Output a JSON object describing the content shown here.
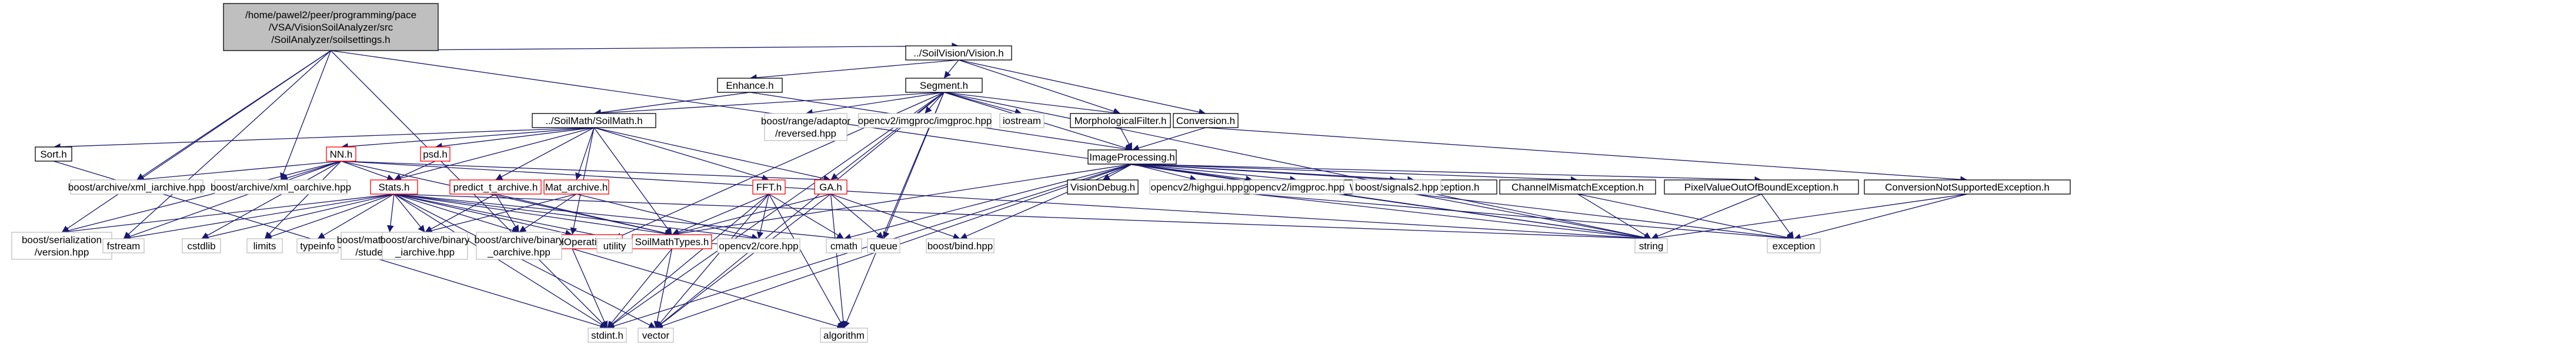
{
  "nodes": [
    {
      "id": "root",
      "lines": [
        "/home/pawel2/peer/programming/pace",
        "/VSA/VisionSoilAnalyzer/src",
        "/SoilAnalyzer/soilsettings.h"
      ],
      "style": "root"
    },
    {
      "id": "vision",
      "lines": [
        "../SoilVision/Vision.h"
      ],
      "style": "normal"
    },
    {
      "id": "enhance",
      "lines": [
        "Enhance.h"
      ],
      "style": "normal"
    },
    {
      "id": "segment",
      "lines": [
        "Segment.h"
      ],
      "style": "normal"
    },
    {
      "id": "soilmath",
      "lines": [
        "../SoilMath/SoilMath.h"
      ],
      "style": "normal"
    },
    {
      "id": "sort",
      "lines": [
        "Sort.h"
      ],
      "style": "normal"
    },
    {
      "id": "nn",
      "lines": [
        "NN.h"
      ],
      "style": "red"
    },
    {
      "id": "psd",
      "lines": [
        "psd.h"
      ],
      "style": "red"
    },
    {
      "id": "stats",
      "lines": [
        "Stats.h"
      ],
      "style": "red"
    },
    {
      "id": "predict",
      "lines": [
        "predict_t_archive.h"
      ],
      "style": "red"
    },
    {
      "id": "mat",
      "lines": [
        "Mat_archive.h"
      ],
      "style": "red"
    },
    {
      "id": "fft",
      "lines": [
        "FFT.h"
      ],
      "style": "red"
    },
    {
      "id": "ga",
      "lines": [
        "GA.h"
      ],
      "style": "red"
    },
    {
      "id": "common",
      "lines": [
        "CommonOperations.h"
      ],
      "style": "red"
    },
    {
      "id": "types",
      "lines": [
        "SoilMathTypes.h"
      ],
      "style": "red"
    },
    {
      "id": "morph",
      "lines": [
        "MorphologicalFilter.h"
      ],
      "style": "normal"
    },
    {
      "id": "conv",
      "lines": [
        "Conversion.h"
      ],
      "style": "normal"
    },
    {
      "id": "imgproc",
      "lines": [
        "ImageProcessing.h"
      ],
      "style": "normal"
    },
    {
      "id": "visdebug",
      "lines": [
        "VisionDebug.h"
      ],
      "style": "normal"
    },
    {
      "id": "emptyex",
      "lines": [
        "EmptyImageException.h"
      ],
      "style": "normal"
    },
    {
      "id": "wrongex",
      "lines": [
        "WrongKernelSizeException.h"
      ],
      "style": "normal"
    },
    {
      "id": "chanex",
      "lines": [
        "ChannelMismatchException.h"
      ],
      "style": "normal"
    },
    {
      "id": "pixex",
      "lines": [
        "PixelValueOutOfBoundException.h"
      ],
      "style": "normal"
    },
    {
      "id": "convex",
      "lines": [
        "ConversionNotSupportedException.h"
      ],
      "style": "normal"
    },
    {
      "id": "boostser",
      "lines": [
        "boost/serialization",
        "/version.hpp"
      ],
      "style": "grey"
    },
    {
      "id": "fstream",
      "lines": [
        "fstream"
      ],
      "style": "grey"
    },
    {
      "id": "bxmlia",
      "lines": [
        "boost/archive/xml_iarchive.hpp"
      ],
      "style": "grey"
    },
    {
      "id": "bxmloa",
      "lines": [
        "boost/archive/xml_oarchive.hpp"
      ],
      "style": "grey"
    },
    {
      "id": "bradapt",
      "lines": [
        "boost/range/adaptor",
        "/reversed.hpp"
      ],
      "style": "grey"
    },
    {
      "id": "cvimgproc",
      "lines": [
        "opencv2/imgproc/imgproc.hpp"
      ],
      "style": "grey"
    },
    {
      "id": "iostream",
      "lines": [
        "iostream"
      ],
      "style": "grey"
    },
    {
      "id": "cstdlib",
      "lines": [
        "cstdlib"
      ],
      "style": "grey"
    },
    {
      "id": "limits",
      "lines": [
        "limits"
      ],
      "style": "grey"
    },
    {
      "id": "typeinfo",
      "lines": [
        "typeinfo"
      ],
      "style": "grey"
    },
    {
      "id": "bmath",
      "lines": [
        "boost/math/distributions",
        "/students_t.hpp"
      ],
      "style": "grey"
    },
    {
      "id": "bbinia",
      "lines": [
        "boost/archive/binary",
        "_iarchive.hpp"
      ],
      "style": "grey"
    },
    {
      "id": "bbinoa",
      "lines": [
        "boost/archive/binary",
        "_oarchive.hpp"
      ],
      "style": "grey"
    },
    {
      "id": "utility",
      "lines": [
        "utility"
      ],
      "style": "grey"
    },
    {
      "id": "cvcore",
      "lines": [
        "opencv2/core.hpp"
      ],
      "style": "grey"
    },
    {
      "id": "cmath",
      "lines": [
        "cmath"
      ],
      "style": "grey"
    },
    {
      "id": "queue",
      "lines": [
        "queue"
      ],
      "style": "grey"
    },
    {
      "id": "bbind",
      "lines": [
        "boost/bind.hpp"
      ],
      "style": "grey"
    },
    {
      "id": "cvhighgui",
      "lines": [
        "opencv2/highgui.hpp"
      ],
      "style": "grey"
    },
    {
      "id": "cvimgproc2",
      "lines": [
        "opencv2/imgproc.hpp"
      ],
      "style": "grey"
    },
    {
      "id": "bsignals",
      "lines": [
        "boost/signals2.hpp"
      ],
      "style": "grey"
    },
    {
      "id": "stdint",
      "lines": [
        "stdint.h"
      ],
      "style": "grey"
    },
    {
      "id": "vector",
      "lines": [
        "vector"
      ],
      "style": "grey"
    },
    {
      "id": "algorithm",
      "lines": [
        "algorithm"
      ],
      "style": "grey"
    },
    {
      "id": "string",
      "lines": [
        "string"
      ],
      "style": "grey"
    },
    {
      "id": "exception",
      "lines": [
        "exception"
      ],
      "style": "grey"
    }
  ],
  "edges": [
    [
      "root",
      "vision"
    ],
    [
      "root",
      "boostser"
    ],
    [
      "root",
      "fstream"
    ],
    [
      "root",
      "bxmlia"
    ],
    [
      "root",
      "bxmloa"
    ],
    [
      "root",
      "string"
    ],
    [
      "root",
      "stdint"
    ],
    [
      "vision",
      "enhance"
    ],
    [
      "vision",
      "segment"
    ],
    [
      "vision",
      "morph"
    ],
    [
      "vision",
      "conv"
    ],
    [
      "enhance",
      "soilmath"
    ],
    [
      "enhance",
      "imgproc"
    ],
    [
      "segment",
      "soilmath"
    ],
    [
      "segment",
      "bradapt"
    ],
    [
      "segment",
      "cvimgproc"
    ],
    [
      "segment",
      "iostream"
    ],
    [
      "segment",
      "morph"
    ],
    [
      "segment",
      "imgproc"
    ],
    [
      "segment",
      "utility"
    ],
    [
      "segment",
      "queue"
    ],
    [
      "segment",
      "string"
    ],
    [
      "segment",
      "stdint"
    ],
    [
      "segment",
      "vector"
    ],
    [
      "segment",
      "algorithm"
    ],
    [
      "segment",
      "ga"
    ],
    [
      "soilmath",
      "sort"
    ],
    [
      "soilmath",
      "nn"
    ],
    [
      "soilmath",
      "psd"
    ],
    [
      "soilmath",
      "stats"
    ],
    [
      "soilmath",
      "predict"
    ],
    [
      "soilmath",
      "mat"
    ],
    [
      "soilmath",
      "fft"
    ],
    [
      "soilmath",
      "ga"
    ],
    [
      "soilmath",
      "common"
    ],
    [
      "soilmath",
      "types"
    ],
    [
      "sort",
      "stdint"
    ],
    [
      "nn",
      "bxmlia"
    ],
    [
      "nn",
      "bxmloa"
    ],
    [
      "nn",
      "boostser"
    ],
    [
      "nn",
      "fstream"
    ],
    [
      "nn",
      "cstdlib"
    ],
    [
      "nn",
      "limits"
    ],
    [
      "nn",
      "stats"
    ],
    [
      "nn",
      "types"
    ],
    [
      "nn",
      "ga"
    ],
    [
      "nn",
      "string"
    ],
    [
      "psd",
      "stats"
    ],
    [
      "stats",
      "boostser"
    ],
    [
      "stats",
      "fstream"
    ],
    [
      "stats",
      "cstdlib"
    ],
    [
      "stats",
      "limits"
    ],
    [
      "stats",
      "typeinfo"
    ],
    [
      "stats",
      "bmath"
    ],
    [
      "stats",
      "bbinia"
    ],
    [
      "stats",
      "bbinoa"
    ],
    [
      "stats",
      "utility"
    ],
    [
      "stats",
      "cvcore"
    ],
    [
      "stats",
      "common"
    ],
    [
      "stats",
      "types"
    ],
    [
      "stats",
      "cmath"
    ],
    [
      "stats",
      "vector"
    ],
    [
      "stats",
      "stdint"
    ],
    [
      "stats",
      "string"
    ],
    [
      "predict",
      "bbinia"
    ],
    [
      "predict",
      "bbinoa"
    ],
    [
      "predict",
      "types"
    ],
    [
      "mat",
      "bbinia"
    ],
    [
      "mat",
      "bbinoa"
    ],
    [
      "mat",
      "cvcore"
    ],
    [
      "fft",
      "types"
    ],
    [
      "fft",
      "cvcore"
    ],
    [
      "fft",
      "cmath"
    ],
    [
      "fft",
      "stdint"
    ],
    [
      "fft",
      "vector"
    ],
    [
      "fft",
      "algorithm"
    ],
    [
      "ga",
      "types"
    ],
    [
      "ga",
      "queue"
    ],
    [
      "ga",
      "bbind"
    ],
    [
      "ga",
      "vector"
    ],
    [
      "ga",
      "algorithm"
    ],
    [
      "common",
      "stdint"
    ],
    [
      "common",
      "algorithm"
    ],
    [
      "types",
      "stdint"
    ],
    [
      "types",
      "vector"
    ],
    [
      "types",
      "cvcore"
    ],
    [
      "morph",
      "imgproc"
    ],
    [
      "conv",
      "imgproc"
    ],
    [
      "conv",
      "convex"
    ],
    [
      "imgproc",
      "visdebug"
    ],
    [
      "imgproc",
      "cvhighgui"
    ],
    [
      "imgproc",
      "cvimgproc2"
    ],
    [
      "imgproc",
      "bsignals"
    ],
    [
      "imgproc",
      "emptyex"
    ],
    [
      "imgproc",
      "wrongex"
    ],
    [
      "imgproc",
      "chanex"
    ],
    [
      "imgproc",
      "pixex"
    ],
    [
      "imgproc",
      "cmath"
    ],
    [
      "imgproc",
      "bbind"
    ],
    [
      "imgproc",
      "stdint"
    ],
    [
      "imgproc",
      "vector"
    ],
    [
      "imgproc",
      "string"
    ],
    [
      "imgproc",
      "types"
    ],
    [
      "emptyex",
      "string"
    ],
    [
      "emptyex",
      "exception"
    ],
    [
      "wrongex",
      "string"
    ],
    [
      "wrongex",
      "exception"
    ],
    [
      "chanex",
      "string"
    ],
    [
      "chanex",
      "exception"
    ],
    [
      "pixex",
      "string"
    ],
    [
      "pixex",
      "exception"
    ],
    [
      "convex",
      "string"
    ],
    [
      "convex",
      "exception"
    ]
  ],
  "colors": {
    "edge": "#191970",
    "normal_border": "#000000",
    "red_border": "#ff0000",
    "grey_border": "#bfbfbf",
    "root_fill": "#bfbfbf",
    "fill": "#ffffff"
  }
}
